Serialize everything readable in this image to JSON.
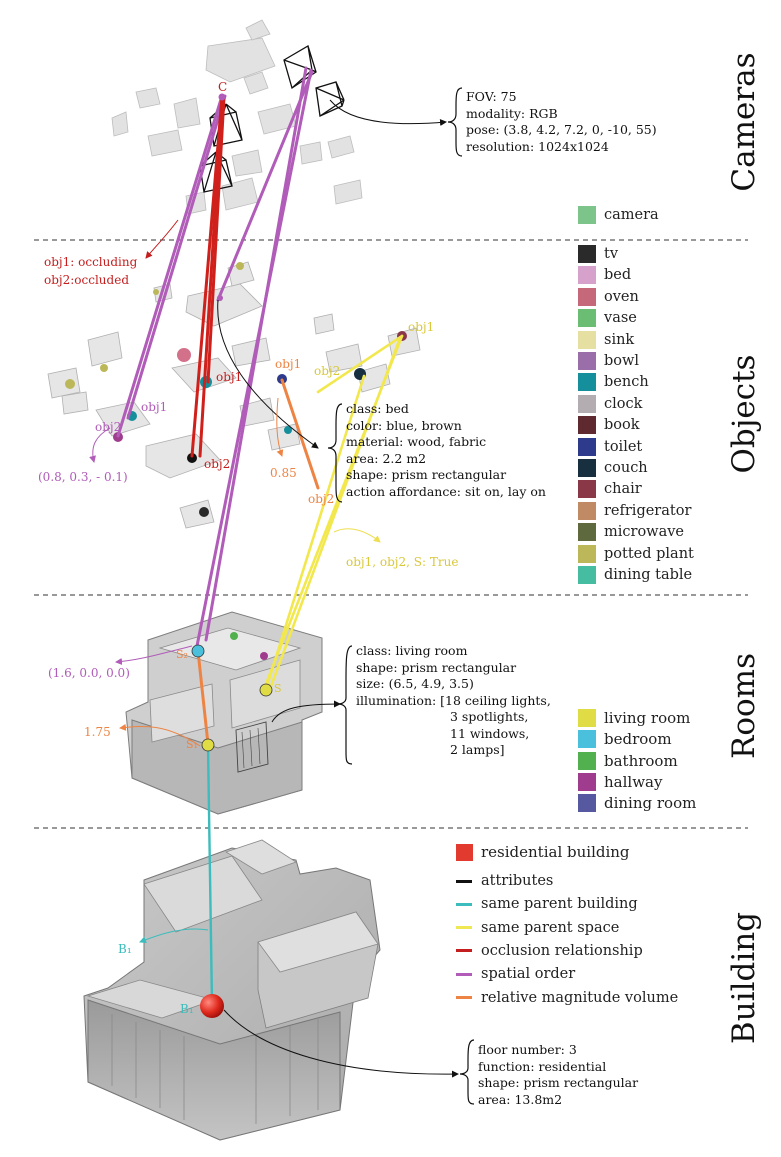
{
  "sections": {
    "cameras": "Cameras",
    "objects": "Objects",
    "rooms": "Rooms",
    "building": "Building"
  },
  "camera_legend": {
    "label": "camera",
    "color": "#7cc48a"
  },
  "object_legend": [
    {
      "label": "tv",
      "color": "#2a2a2a"
    },
    {
      "label": "bed",
      "color": "#d6a2cc"
    },
    {
      "label": "oven",
      "color": "#c4687a"
    },
    {
      "label": "vase",
      "color": "#6cbd74"
    },
    {
      "label": "sink",
      "color": "#e6dfa2"
    },
    {
      "label": "bowl",
      "color": "#9a6ea8"
    },
    {
      "label": "bench",
      "color": "#168f9c"
    },
    {
      "label": "clock",
      "color": "#b3adb2"
    },
    {
      "label": "book",
      "color": "#5e2a30"
    },
    {
      "label": "toilet",
      "color": "#2e3a8c"
    },
    {
      "label": "couch",
      "color": "#172f3f"
    },
    {
      "label": "chair",
      "color": "#8a3848"
    },
    {
      "label": "refrigerator",
      "color": "#c08a64"
    },
    {
      "label": "microwave",
      "color": "#5e6a3e"
    },
    {
      "label": "potted plant",
      "color": "#bcb85a"
    },
    {
      "label": "dining table",
      "color": "#46bda0"
    }
  ],
  "room_legend": [
    {
      "label": "living room",
      "color": "#e0dc46"
    },
    {
      "label": "bedroom",
      "color": "#4ac0dc"
    },
    {
      "label": "bathroom",
      "color": "#52b04e"
    },
    {
      "label": "hallway",
      "color": "#a03c8e"
    },
    {
      "label": "dining room",
      "color": "#5658a0"
    }
  ],
  "building_legend": {
    "label": "residential building",
    "color": "#e23a2e"
  },
  "line_legend": [
    {
      "label": "attributes",
      "color": "#111111"
    },
    {
      "label": "same parent building",
      "color": "#3cbcbc"
    },
    {
      "label": "same parent space",
      "color": "#f0e852"
    },
    {
      "label": "occlusion relationship",
      "color": "#c41e1e"
    },
    {
      "label": "spatial order",
      "color": "#b05cb8"
    },
    {
      "label": "relative magnitude volume",
      "color": "#ee8444"
    }
  ],
  "camera_attrs": [
    "FOV: 75",
    "modality: RGB",
    "pose: (3.8, 4.2, 7.2, 0, -10, 55)",
    "resolution: 1024x1024"
  ],
  "object_attrs": [
    "class: bed",
    "color: blue, brown",
    "material: wood, fabric",
    "area: 2.2 m2",
    "shape: prism rectangular",
    "action affordance: sit on, lay on"
  ],
  "room_attrs": [
    "class: living room",
    "shape: prism rectangular",
    "size: (6.5, 4.9, 3.5)",
    "illumination: [18 ceiling lights,",
    "3 spotlights,",
    "11 windows,",
    "2 lamps]"
  ],
  "building_attrs": [
    "floor number: 3",
    "function: residential",
    "shape: prism rectangular",
    "area: 13.8m2"
  ],
  "labels": {
    "cam_c": "C",
    "occluding": "obj1: occluding",
    "occluded": "obj2:occluded",
    "obj1_left": "obj1",
    "obj2_left": "obj2",
    "obj_coords": "(0.8, 0.3, - 0.1)",
    "obj1_red": "obj1",
    "obj2_red": "obj2",
    "obj1_orange": "obj1",
    "obj2_orange": "obj2",
    "mag_obj": "0.85",
    "obj1_yellow": "obj1",
    "obj2_yellow": "obj2",
    "same_space": "obj1, obj2, S: True",
    "room_coords": "(1.6, 0.0, 0.0)",
    "mag_room": "1.75",
    "s2": "S₂",
    "s1": "S₁",
    "s_yellow": "S",
    "b1_label": "B₁",
    "b1_node": "B₁"
  }
}
